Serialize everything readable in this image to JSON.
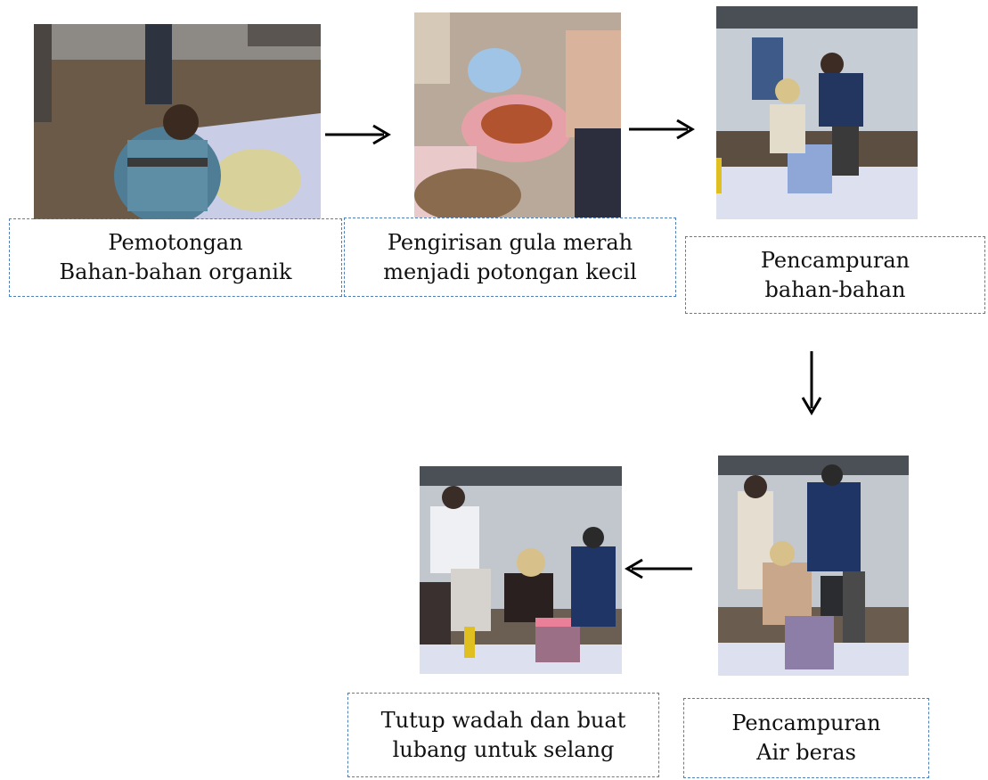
{
  "steps": [
    {
      "id": "step1",
      "line1": "Pemotongan",
      "line2": "Bahan-bahan organik",
      "photo_icon": "photo-cutting-organic"
    },
    {
      "id": "step2",
      "line1": "Pengirisan gula merah",
      "line2": "menjadi potongan kecil",
      "photo_icon": "photo-slicing-palm-sugar"
    },
    {
      "id": "step3",
      "line1": "Pencampuran",
      "line2": "bahan-bahan",
      "photo_icon": "photo-mixing-ingredients"
    },
    {
      "id": "step4",
      "line1": "Pencampuran",
      "line2": "Air beras",
      "photo_icon": "photo-mixing-rice-water"
    },
    {
      "id": "step5",
      "line1": "Tutup wadah dan buat",
      "line2": "lubang untuk selang",
      "photo_icon": "photo-closing-container"
    }
  ],
  "colors": {
    "caption_border": "#4f7fb8",
    "arrow": "#000000",
    "text": "#111111"
  }
}
